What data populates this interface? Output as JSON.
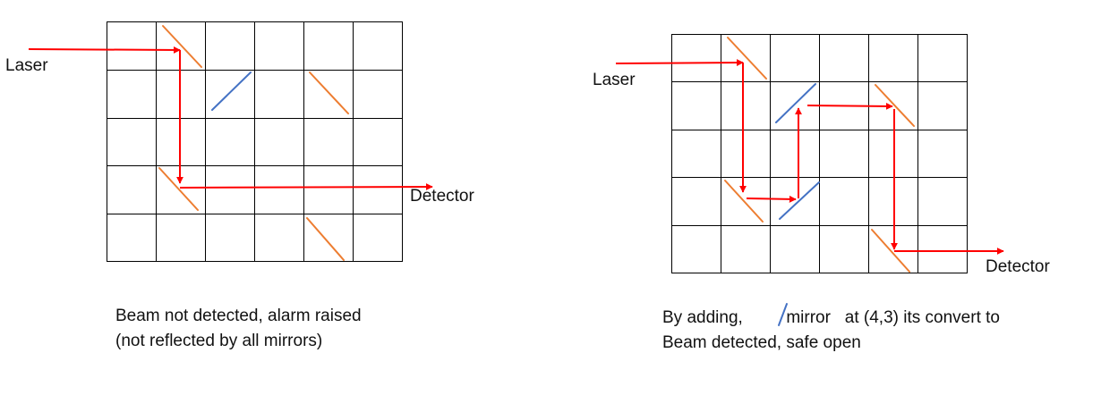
{
  "colors": {
    "grid": "#000000",
    "beam": "#ff0000",
    "mirror_backslash": "#ed7d31",
    "mirror_slash": "#4472c4",
    "text": "#111111"
  },
  "left_panel": {
    "laser_label": "Laser",
    "detector_label": "Detector",
    "caption_line1": "Beam not detected, alarm raised",
    "caption_line2": "(not reflected by all mirrors)"
  },
  "right_panel": {
    "laser_label": "Laser",
    "detector_label": "Detector",
    "caption_line1_before": "By adding,",
    "caption_line1_after": "mirror   at (4,3) its convert to",
    "caption_line2": "Beam detected, safe open",
    "caption_icon": "slash-mirror-icon"
  }
}
